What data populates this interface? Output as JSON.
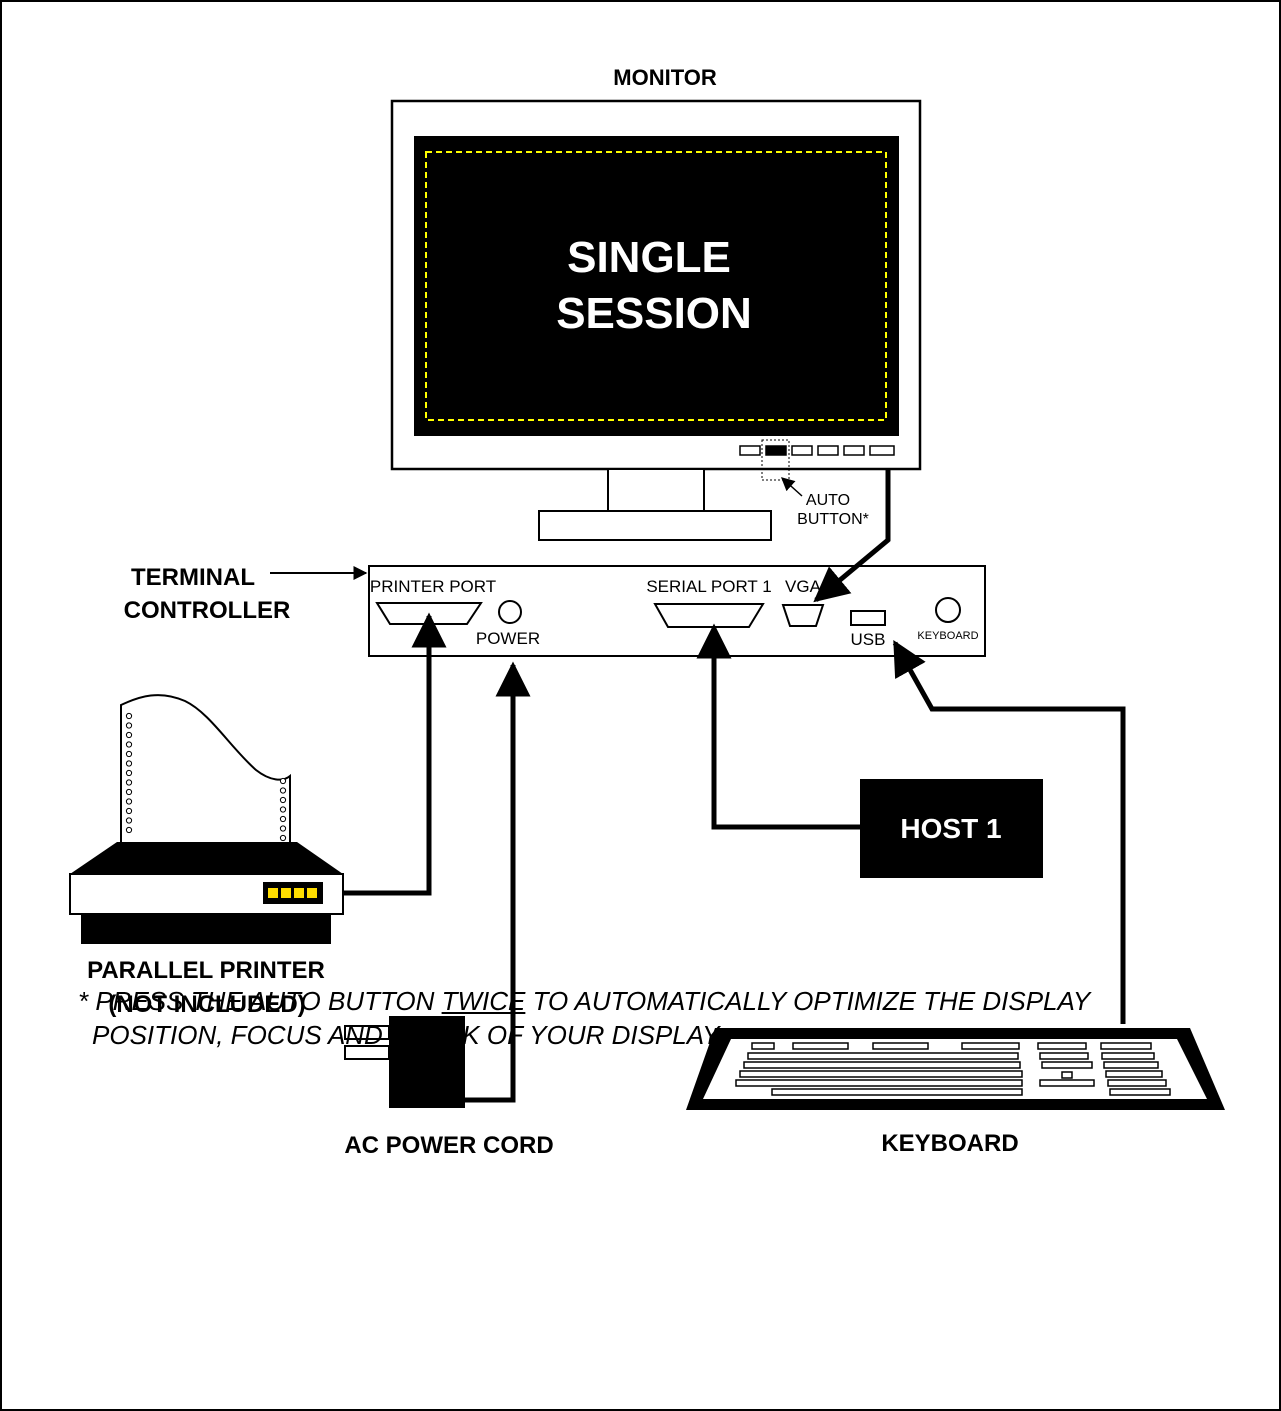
{
  "monitor": {
    "title": "MONITOR",
    "screen_text_line1": "SINGLE",
    "screen_text_line2": "SESSION",
    "auto_button_line1": "AUTO",
    "auto_button_line2": "BUTTON*"
  },
  "controller": {
    "title_line1": "TERMINAL",
    "title_line2": "CONTROLLER",
    "ports": {
      "printer": "PRINTER PORT",
      "power": "POWER",
      "serial": "SERIAL PORT 1",
      "vga": "VGA",
      "usb": "USB",
      "keyboard": "KEYBOARD"
    }
  },
  "host": {
    "label": "HOST 1"
  },
  "printer": {
    "label_line1": "PARALLEL PRINTER",
    "label_line2": "(NOT INCLUDED)"
  },
  "power_cord": {
    "label": "AC POWER CORD"
  },
  "keyboard": {
    "label": "KEYBOARD"
  },
  "footnote": {
    "prefix": "* PRESS THE AUTO BUTTON ",
    "emphasis": "TWICE",
    "suffix": " TO AUTOMATICALLY OPTIMIZE THE DISPLAY",
    "line2": "POSITION, FOCUS AND CLOCK OF YOUR DISPLAY."
  },
  "colors": {
    "screen": "#000000",
    "screen_border": "#ffff00",
    "led": "#ffdd00",
    "ink": "#000000"
  }
}
